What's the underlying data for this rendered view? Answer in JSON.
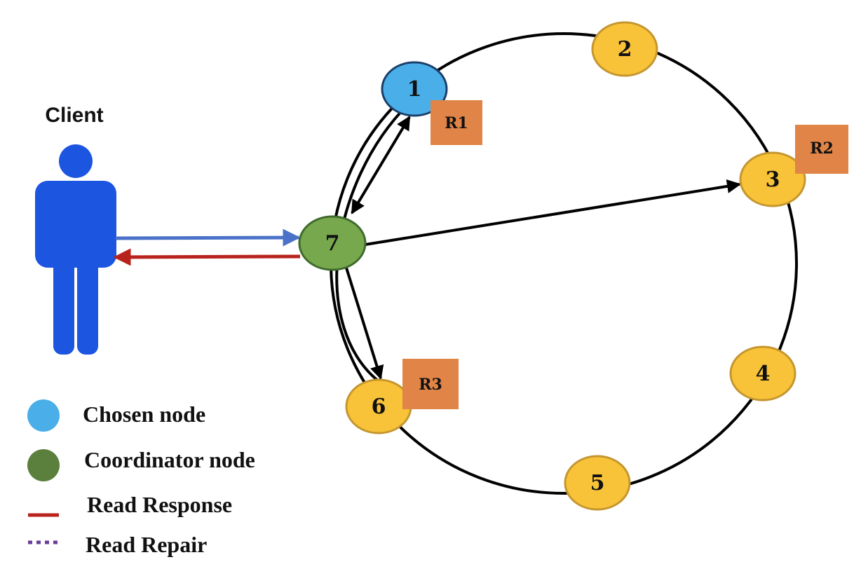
{
  "client": {
    "label": "Client"
  },
  "colors": {
    "chosen": "#4aaee8",
    "coordinator": "#78a84e",
    "normal": "#f8c338",
    "replica_box": "#e08447",
    "request_arrow": "#4a72c8",
    "response_arrow": "#b8231d",
    "repair": "#6a3d99",
    "person": "#1b55e0"
  },
  "nodes": [
    {
      "id": "1",
      "label": "1",
      "role": "chosen"
    },
    {
      "id": "2",
      "label": "2",
      "role": "normal"
    },
    {
      "id": "3",
      "label": "3",
      "role": "normal"
    },
    {
      "id": "4",
      "label": "4",
      "role": "normal"
    },
    {
      "id": "5",
      "label": "5",
      "role": "normal"
    },
    {
      "id": "6",
      "label": "6",
      "role": "normal"
    },
    {
      "id": "7",
      "label": "7",
      "role": "coordinator"
    }
  ],
  "replicas": [
    {
      "label": "R1",
      "node": "1"
    },
    {
      "label": "R2",
      "node": "3"
    },
    {
      "label": "R3",
      "node": "6"
    }
  ],
  "legend": [
    {
      "kind": "chosen-dot",
      "label": "Chosen node"
    },
    {
      "kind": "coordinator-dot",
      "label": "Coordinator node"
    },
    {
      "kind": "response-line",
      "label": "Read Response"
    },
    {
      "kind": "repair-line",
      "label": "Read Repair"
    }
  ]
}
